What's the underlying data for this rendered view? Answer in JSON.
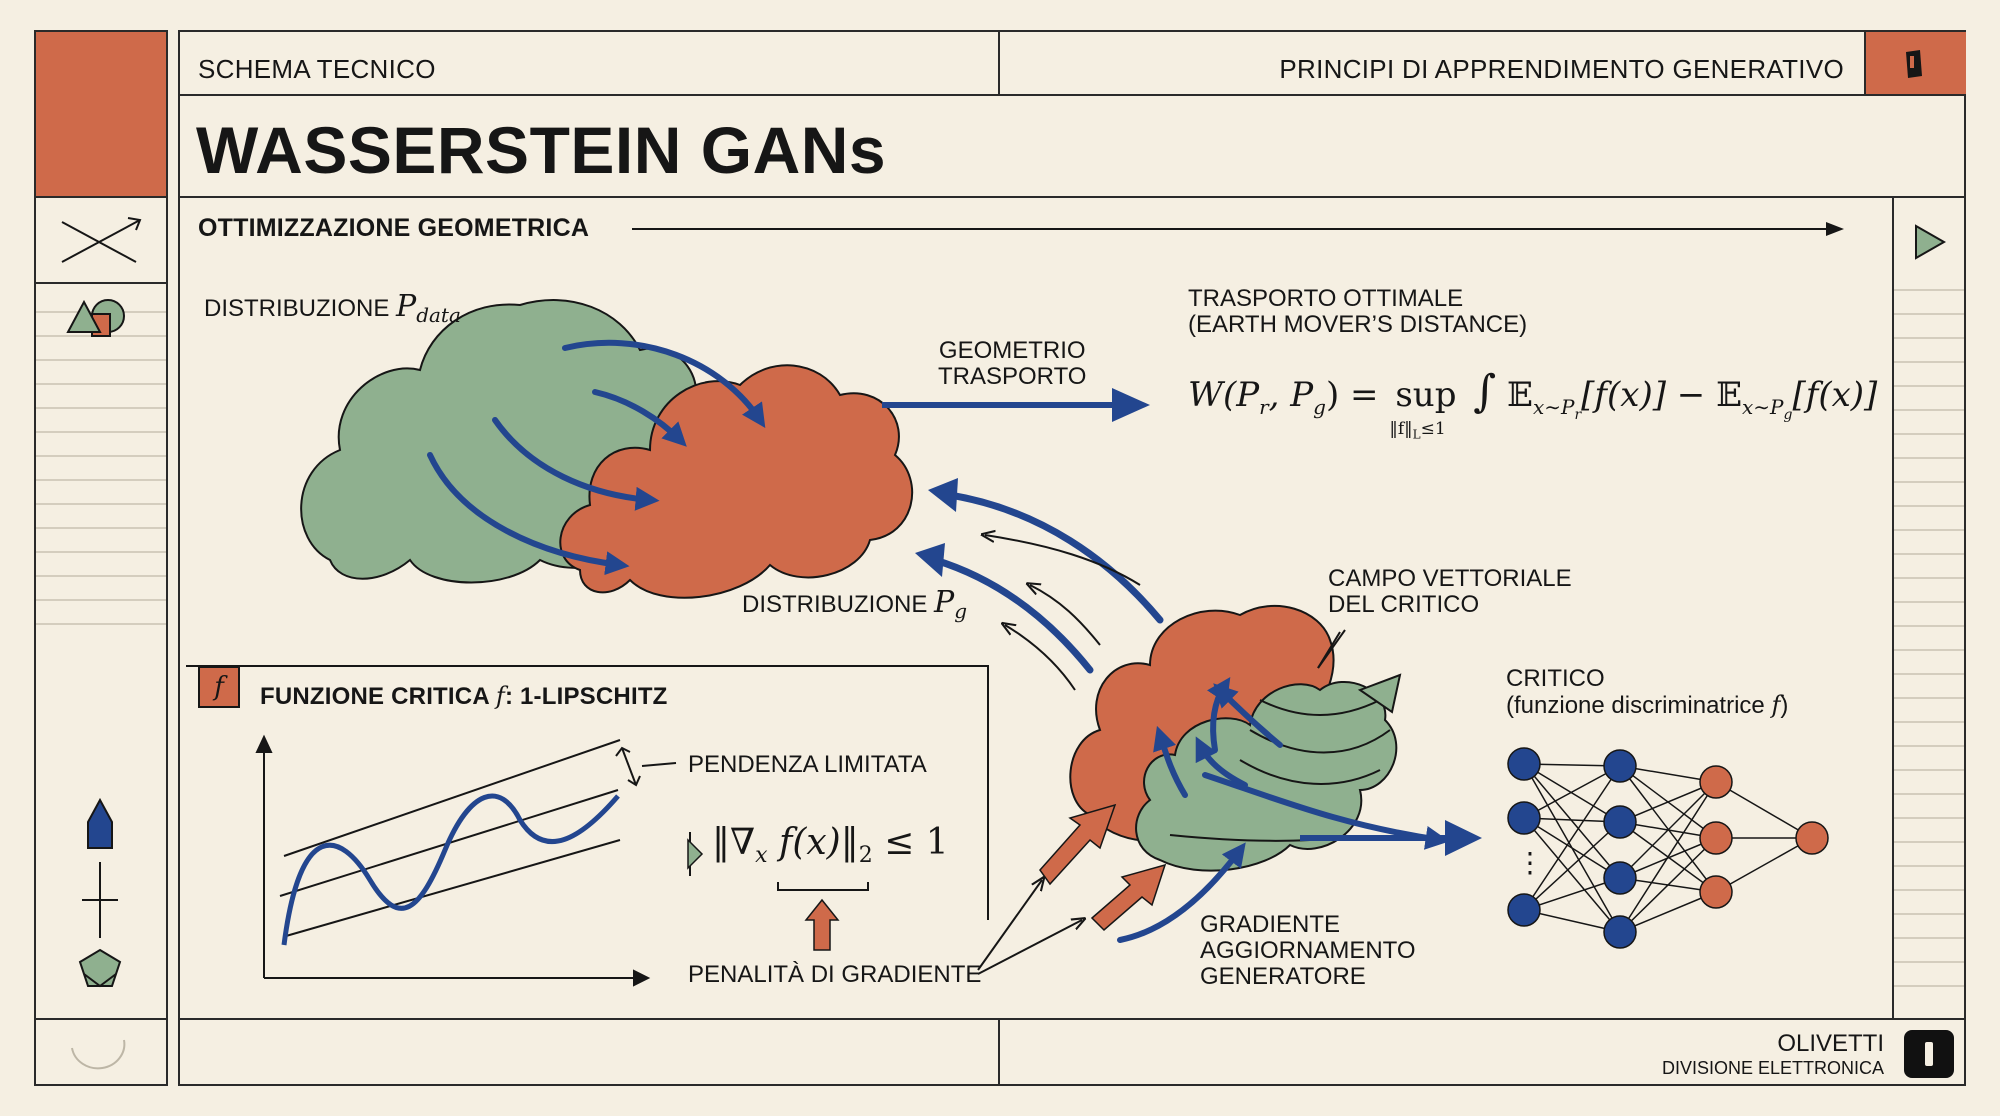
{
  "header": {
    "left_label": "SCHEMA TECNICO",
    "right_label": "PRINCIPI DI APPRENDIMENTO GENERATIVO",
    "title": "WASSERSTEIN GANs"
  },
  "section": {
    "title": "OTTIMIZZAZIONE GEOMETRICA"
  },
  "diagram": {
    "p_data_label": "DISTRIBUZIONE",
    "p_data_symbol": "P",
    "p_data_sub": "data",
    "p_g_label": "DISTRIBUZIONE",
    "p_g_symbol": "P",
    "p_g_sub": "g",
    "transport_label_1": "GEOMETRIO",
    "transport_label_2": "TRASPORTO",
    "ot_title_1": "TRASPORTO OTTIMALE",
    "ot_title_2": "(EARTH MOVER’S DISTANCE)",
    "formula_lhs": "W(P",
    "formula_lhs_sub1": "r",
    "formula_lhs_mid": ", P",
    "formula_lhs_sub2": "g",
    "formula_lhs_end": ") =",
    "formula_sup": "sup",
    "formula_sup_sub": "‖f‖",
    "formula_sup_sub2": "L",
    "formula_sup_sub3": "≤1",
    "formula_integral": "∫",
    "formula_e1": "𝔼",
    "formula_e1_sub": "x∼P",
    "formula_e1_sub2": "r",
    "formula_term": "[f(x)] −",
    "formula_e2": "𝔼",
    "formula_e2_sub": "x∼P",
    "formula_e2_sub2": "g",
    "formula_term2": "[f(x)]",
    "critic_field_1": "CAMPO VETTORIALE",
    "critic_field_2": "DEL CRITICO",
    "critic_1": "CRITICO",
    "critic_2": "(funzione discriminatrice",
    "critic_2_f": "f",
    "critic_2_end": ")",
    "gen_update_1": "GRADIENTE",
    "gen_update_2": "AGGIORNAMENTO",
    "gen_update_3": "GENERATORE",
    "nn_dots": "⋮"
  },
  "lipschitz": {
    "icon_text": "f",
    "title": "FUNZIONE CRITICA",
    "title_f": "f",
    "title_end": ": 1-LIPSCHITZ",
    "slope_label": "PENDENZA LIMITATA",
    "norm_open": "‖∇",
    "norm_sub": "x",
    "norm_mid": " f(x)‖",
    "norm_sub2": "2",
    "norm_end": " ≤ 1",
    "penalty_label": "PENALITÀ DI GRADIENTE"
  },
  "footer": {
    "brand": "OLIVETTI",
    "division": "DIVISIONE ELETTRONICA"
  },
  "colors": {
    "background": "#f5efe2",
    "rust": "#cf6a4a",
    "sage": "#8fb08f",
    "navy": "#23468f",
    "ink": "#161616"
  },
  "icons": [
    "cross-arrow-icon",
    "shapes-icon",
    "play-icon",
    "pointer-icon",
    "crosshair-icon",
    "pentagon-icon",
    "arc-icon",
    "olivetti-logo-icon",
    "critic-f-icon"
  ]
}
